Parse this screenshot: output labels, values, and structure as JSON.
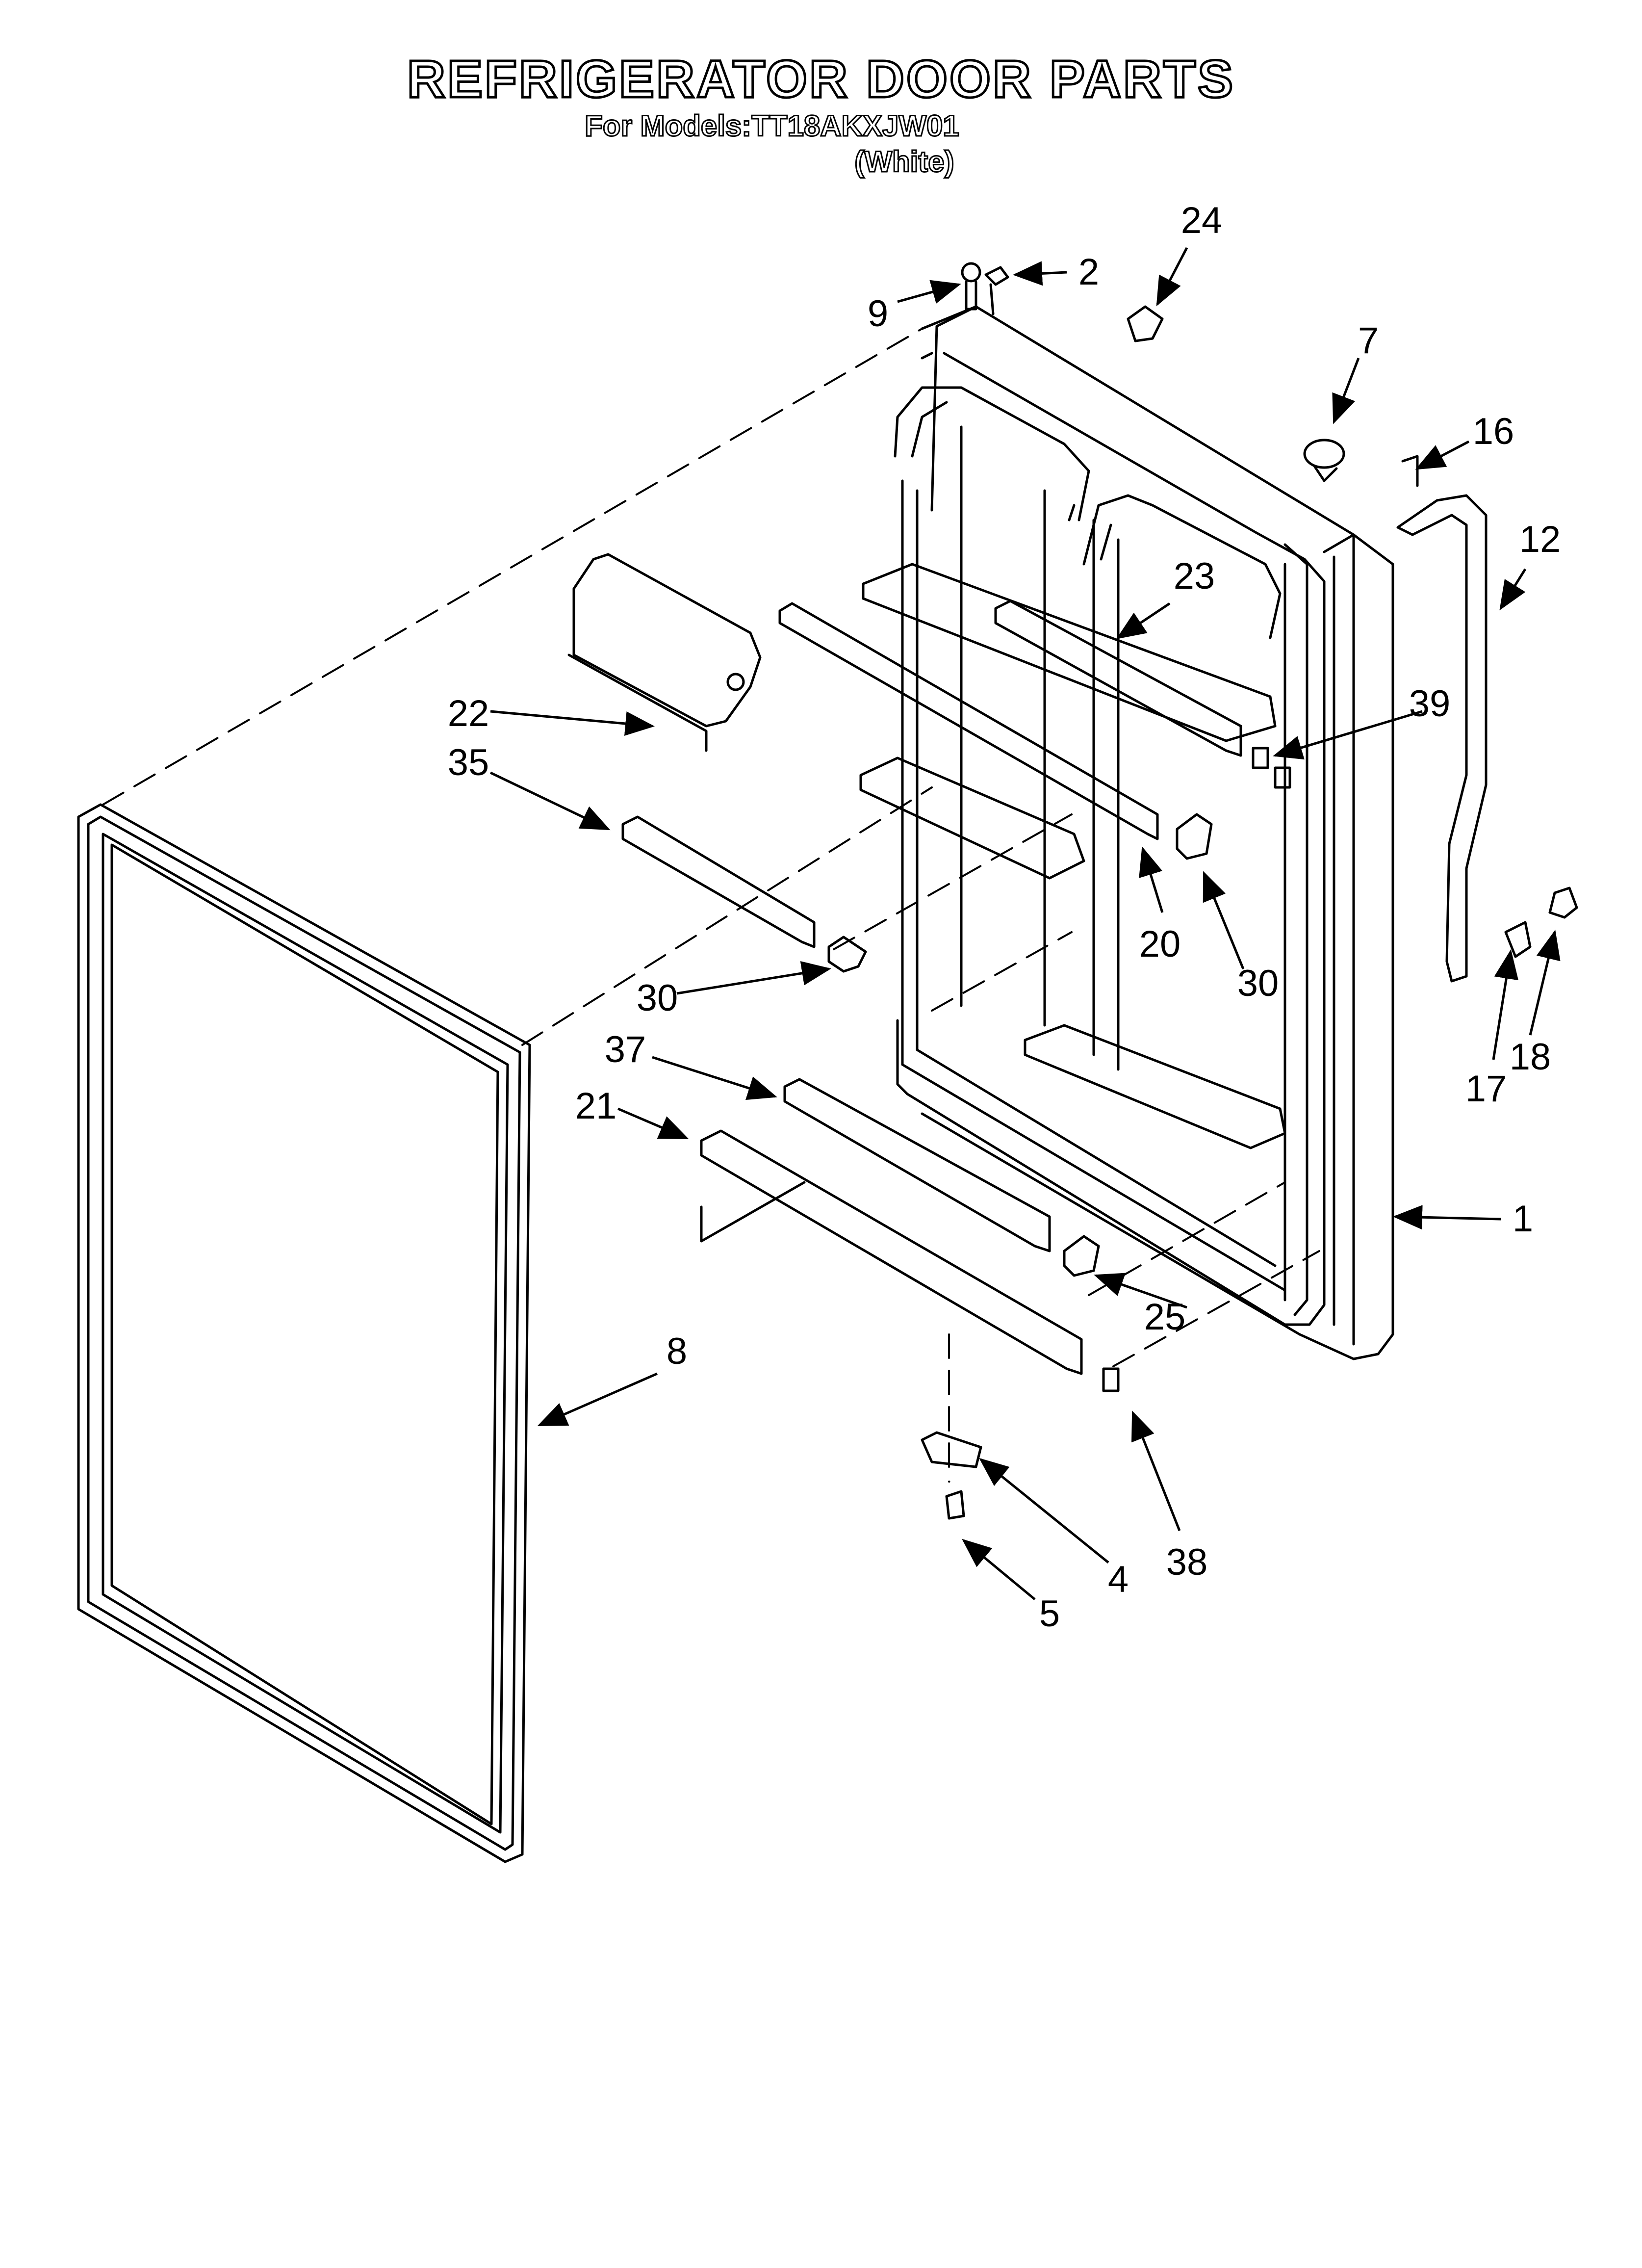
{
  "header": {
    "title": "REFRIGERATOR DOOR PARTS",
    "models": "For Models:TT18AKXJW01",
    "color": "(White)"
  },
  "callouts": [
    "24",
    "2",
    "9",
    "7",
    "16",
    "12",
    "23",
    "39",
    "22",
    "35",
    "20",
    "30",
    "30",
    "17",
    "18",
    "37",
    "21",
    "1",
    "25",
    "8",
    "38",
    "4",
    "5"
  ]
}
